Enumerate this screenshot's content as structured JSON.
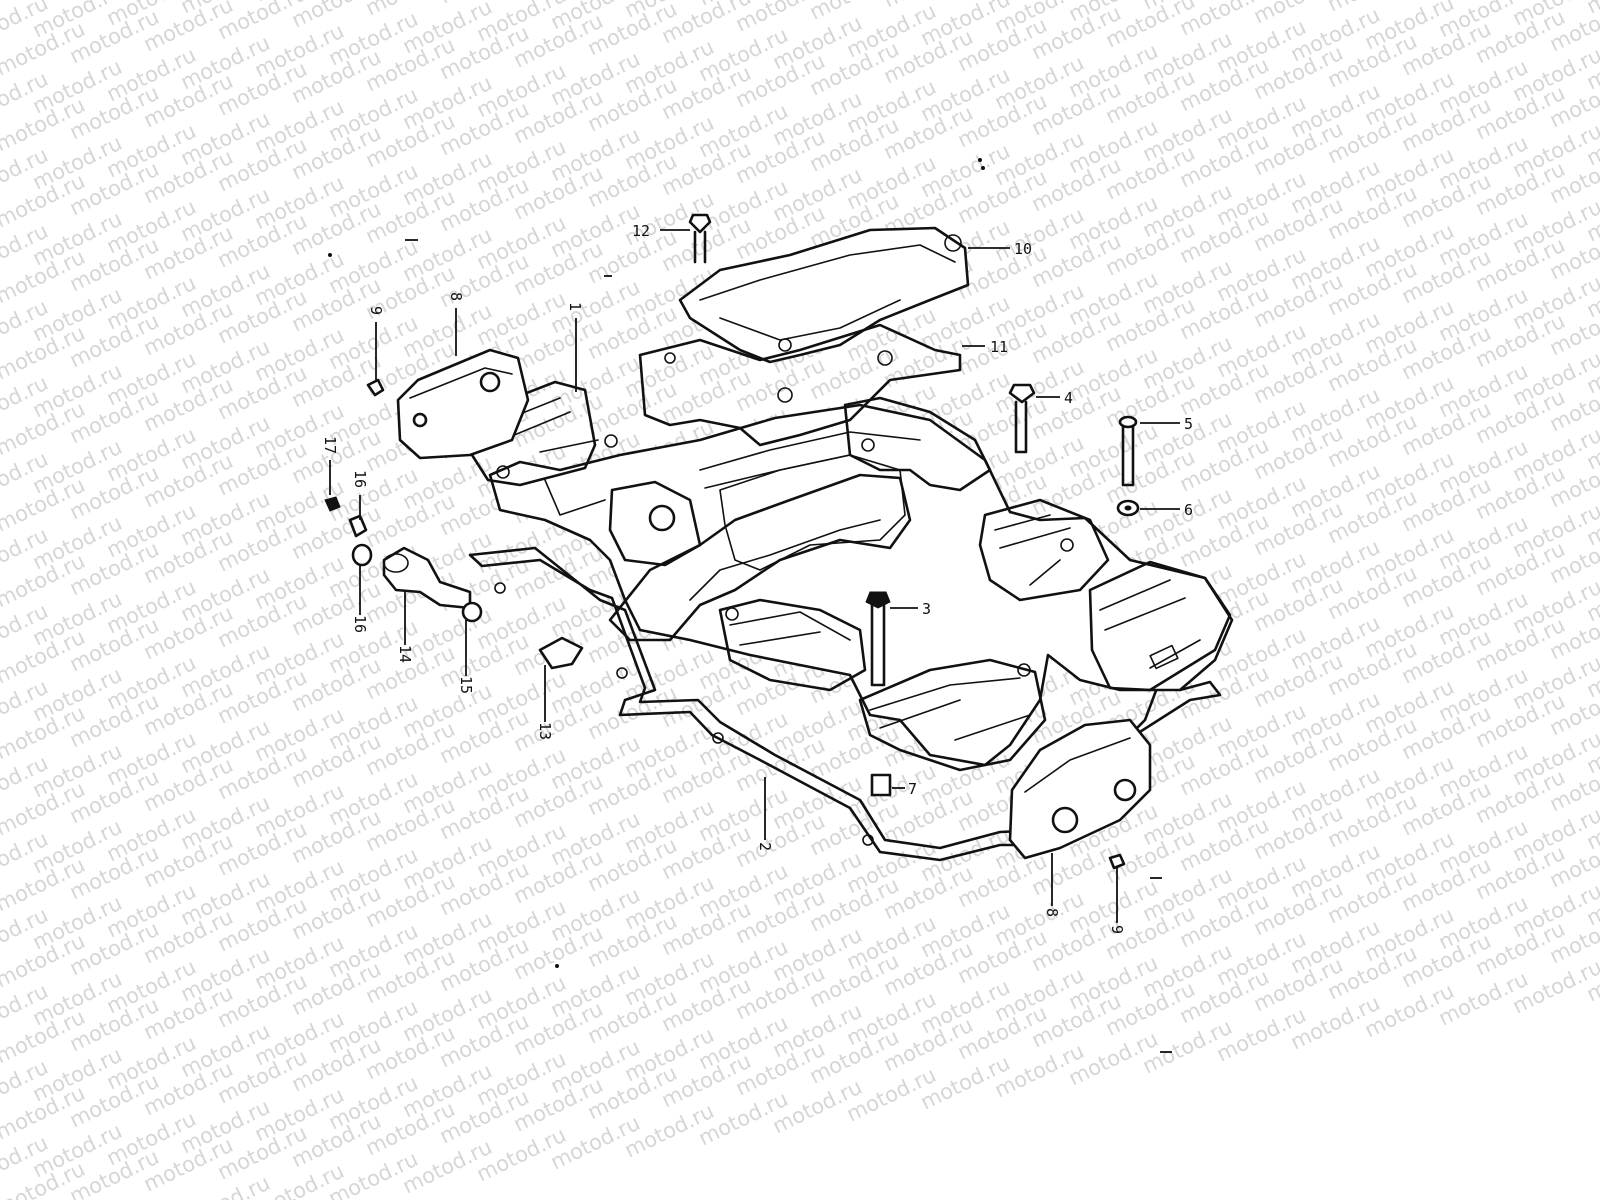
{
  "watermark": {
    "text": "motod.ru",
    "color": "#d6d6d6"
  },
  "diagram": {
    "line_color": "#111111",
    "callouts": [
      {
        "id": "c1",
        "label": "1"
      },
      {
        "id": "c2",
        "label": "2"
      },
      {
        "id": "c3",
        "label": "3"
      },
      {
        "id": "c4",
        "label": "4"
      },
      {
        "id": "c5",
        "label": "5"
      },
      {
        "id": "c6",
        "label": "6"
      },
      {
        "id": "c7",
        "label": "7"
      },
      {
        "id": "c8a",
        "label": "8"
      },
      {
        "id": "c8b",
        "label": "8"
      },
      {
        "id": "c9a",
        "label": "9"
      },
      {
        "id": "c9b",
        "label": "9"
      },
      {
        "id": "c10",
        "label": "10"
      },
      {
        "id": "c11",
        "label": "11"
      },
      {
        "id": "c12",
        "label": "12"
      },
      {
        "id": "c13",
        "label": "13"
      },
      {
        "id": "c14",
        "label": "14"
      },
      {
        "id": "c15",
        "label": "15"
      },
      {
        "id": "c16a",
        "label": "16"
      },
      {
        "id": "c16b",
        "label": "16"
      },
      {
        "id": "c17",
        "label": "17"
      }
    ]
  }
}
